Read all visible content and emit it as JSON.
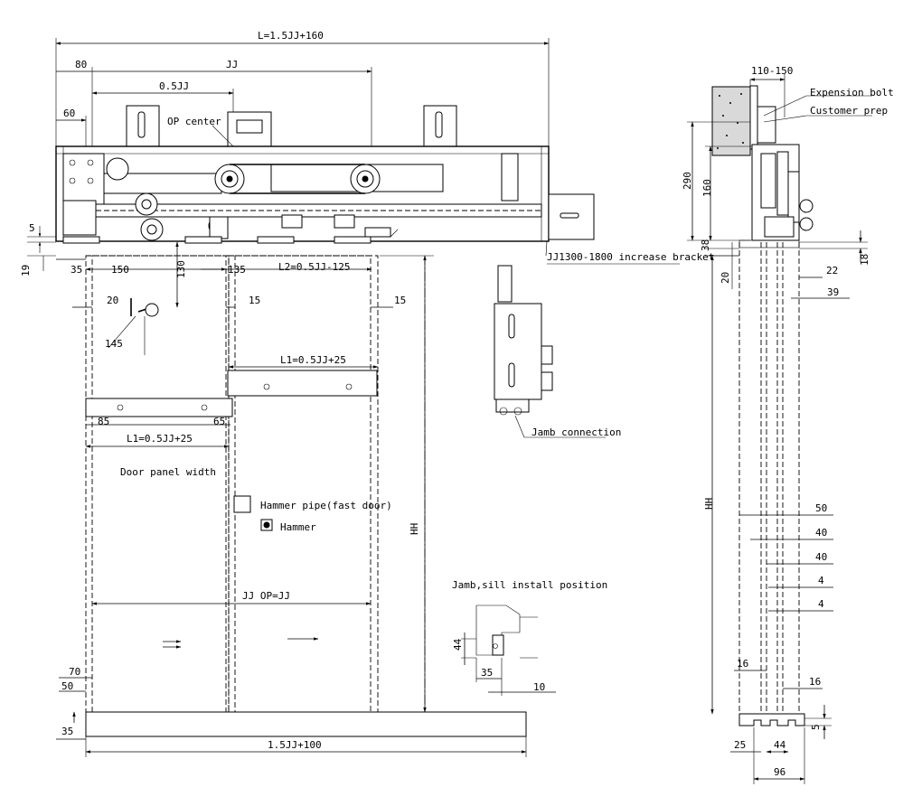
{
  "front_view": {
    "dims": {
      "overall_length": "L=1.5JJ+160",
      "offset_80": "80",
      "clear_opening": "JJ",
      "half_opening": "0.5JJ",
      "offset_60": "60",
      "dim_5": "5",
      "dim_19": "19",
      "dim_35_top": "35",
      "dim_150": "150",
      "dim_130": "130",
      "dim_135": "135",
      "l2": "L2=0.5JJ-125",
      "dim_20": "20",
      "dim_15_left": "15",
      "dim_15_right": "15",
      "dim_145": "145",
      "l1_right": "L1=0.5JJ+25",
      "dim_85": "85",
      "dim_65": "65",
      "l1_left": "L1=0.5JJ+25",
      "hh": "HH",
      "jj_op": "JJ  OP=JJ",
      "dim_70": "70",
      "dim_50": "50",
      "dim_35_bottom": "35",
      "sill_length": "1.5JJ+100"
    },
    "labels": {
      "op_center": "OP center",
      "door_panel_width": "Door panel width",
      "hammer_pipe": "Hammer pipe(fast door)",
      "hammer": "Hammer",
      "bracket": "JJ1300-1800 increase bracket"
    }
  },
  "jamb_detail": {
    "label": "Jamb connection"
  },
  "sill_detail": {
    "title": "Jamb,sill install position",
    "dim_44": "44",
    "dim_35": "35",
    "dim_10": "10"
  },
  "side_view": {
    "dims": {
      "range_110_150": "110-150",
      "dim_290": "290",
      "dim_160": "160",
      "dim_38": "38",
      "dim_20": "20",
      "dim_22": "22",
      "dim_18": "18",
      "dim_39": "39",
      "hh": "HH",
      "dim_50": "50",
      "dim_40a": "40",
      "dim_40b": "40",
      "dim_4a": "4",
      "dim_4b": "4",
      "dim_16_left": "16",
      "dim_16_right": "16",
      "dim_5": "5",
      "dim_25": "25",
      "dim_44": "44",
      "dim_96": "96"
    },
    "labels": {
      "expansion_bolt": "Expension bolt",
      "customer_prep": "Customer prep"
    }
  }
}
